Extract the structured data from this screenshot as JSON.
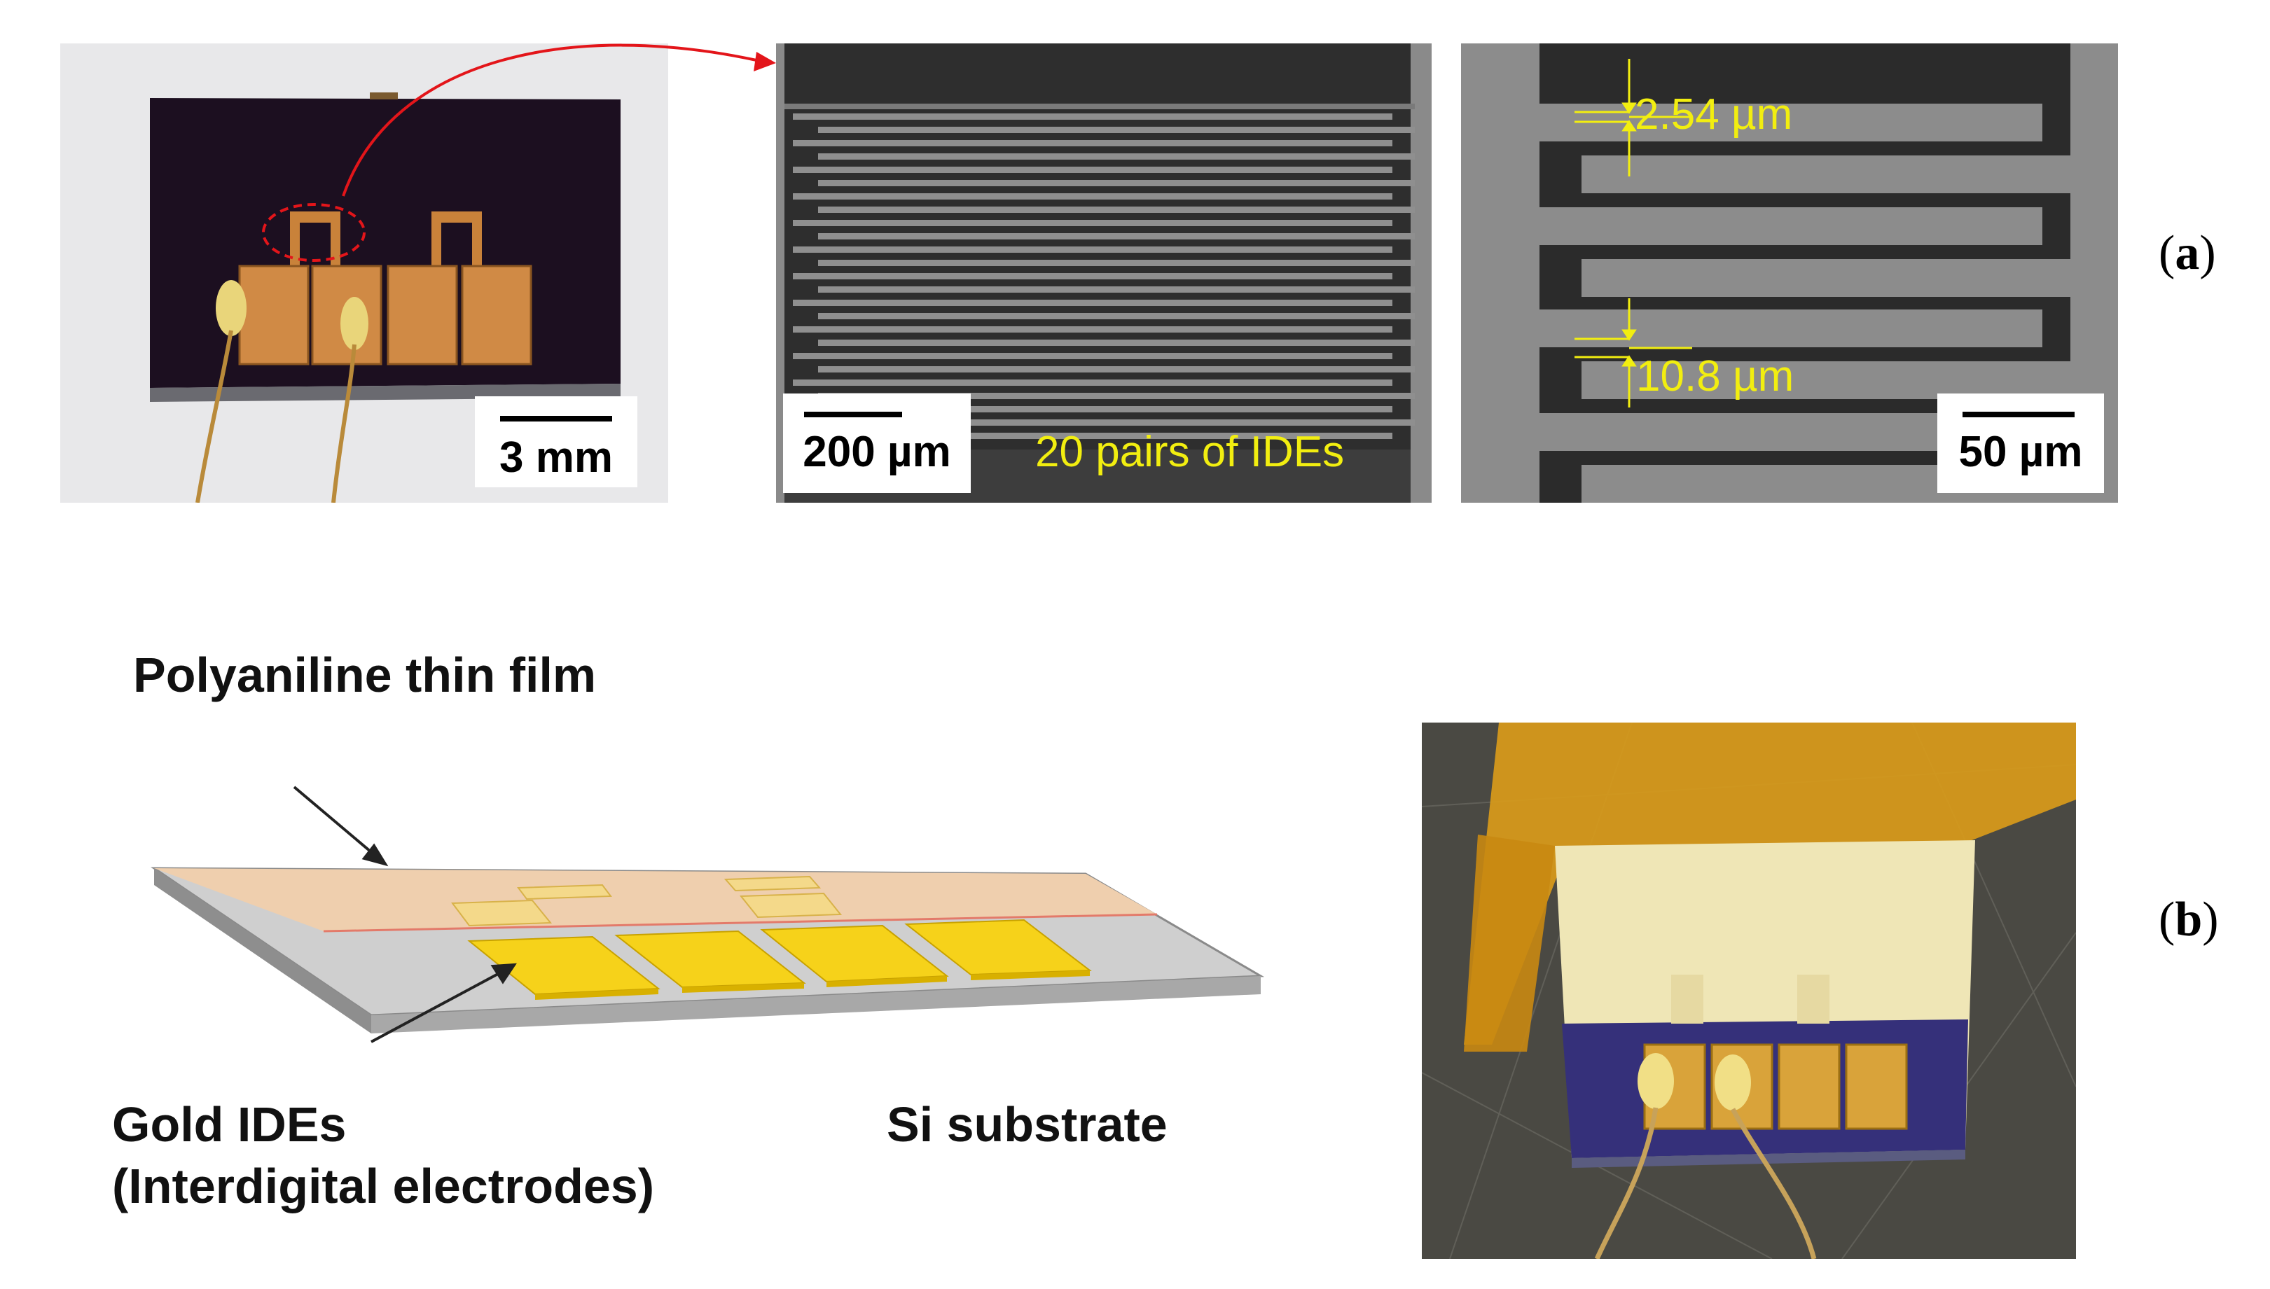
{
  "panel_a": {
    "label": "a",
    "photo": {
      "scale_label": "3 mm"
    },
    "sem_overview": {
      "scale_label": "200 µm",
      "caption": "20 pairs of IDEs"
    },
    "sem_zoom": {
      "scale_label": "50 µm",
      "width_label": "2.54 µm",
      "gap_label": "10.8 µm"
    }
  },
  "panel_b": {
    "label": "b",
    "diagram": {
      "film_label": "Polyaniline thin film",
      "electrode_label_line1": "Gold IDEs",
      "electrode_label_line2": "(Interdigital electrodes)",
      "substrate_label": "Si substrate"
    }
  },
  "colors": {
    "gold": "#f6d21a",
    "film": "#efcfae",
    "substrate": "#cfcfcf",
    "annotation_yellow": "#f2ee10",
    "arrow_red": "#e3151a"
  }
}
